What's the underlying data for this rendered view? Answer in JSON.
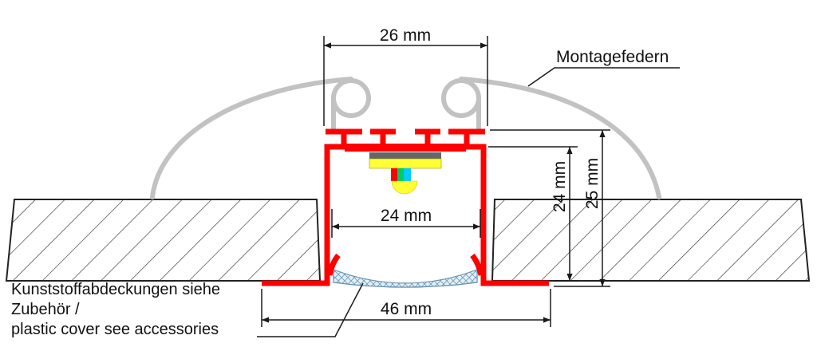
{
  "labels": {
    "width_top": "26 mm",
    "width_inner": "24 mm",
    "width_bottom": "46 mm",
    "height_inner": "24 mm",
    "height_outer": "25 mm",
    "springs": "Montagefedern",
    "cover_line1": "Kunststoffabdeckungen siehe",
    "cover_line2": "Zubehör /",
    "cover_line3": "plastic cover see accessories"
  },
  "colors": {
    "profile": "#ff0000",
    "spring": "#c2c2c2",
    "dimension": "#1a1a1a",
    "diffuser": "#aad4ea",
    "led_strip": "#ffff33",
    "led_board": "#666666"
  }
}
